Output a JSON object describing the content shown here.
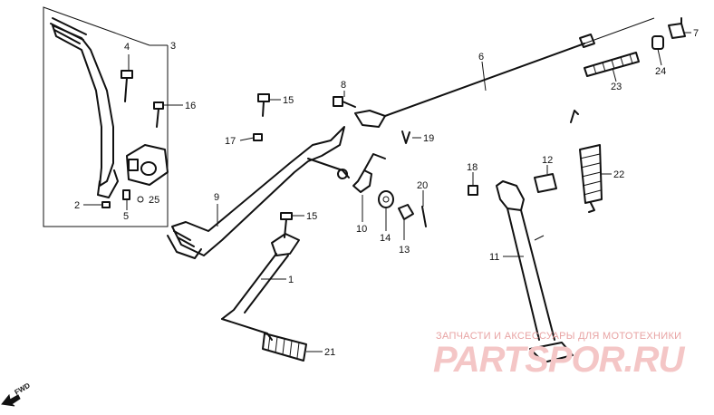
{
  "callouts": {
    "c1": "1",
    "c2": "2",
    "c3": "3",
    "c4": "4",
    "c5": "5",
    "c6": "6",
    "c7": "7",
    "c8": "8",
    "c9": "9",
    "c10": "10",
    "c11": "11",
    "c12": "12",
    "c13": "13",
    "c14": "14",
    "c15a": "15",
    "c15b": "15",
    "c16": "16",
    "c17": "17",
    "c18": "18",
    "c19": "19",
    "c20": "20",
    "c21": "21",
    "c22": "22",
    "c23": "23",
    "c24": "24",
    "c25": "25"
  },
  "watermark": {
    "tagline": "ЗАПЧАСТИ И АКСЕССУАРЫ ДЛЯ МОТОТЕХНИКИ",
    "logo": "PARTSPOR.RU"
  },
  "fwd_label": "FWD",
  "colors": {
    "line": "#111111",
    "watermark": "#e8a3a3",
    "watermark_logo": "#f4c6c6"
  }
}
